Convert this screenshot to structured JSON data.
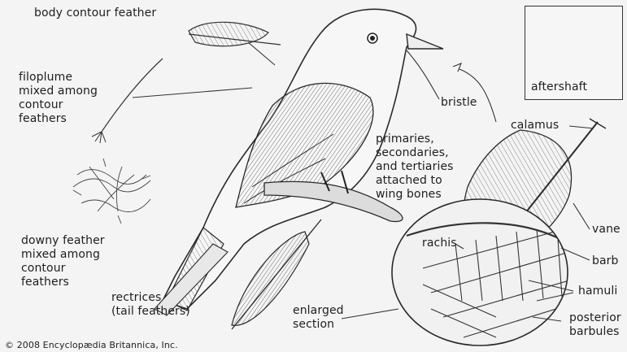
{
  "labels": {
    "body_contour_feather": "body contour feather",
    "filoplume": [
      "filoplume",
      "mixed among",
      "contour",
      "feathers"
    ],
    "downy_feather": [
      "downy feather",
      "mixed among",
      "contour",
      "feathers"
    ],
    "rectrices": [
      "rectrices",
      "(tail feathers)"
    ],
    "bristle": "bristle",
    "aftershaft": "aftershaft",
    "calamus": "calamus",
    "primaries": [
      "primaries,",
      "secondaries,",
      "and tertiaries",
      "attached to",
      "wing bones"
    ],
    "rachis": "rachis",
    "vane": "vane",
    "barb": "barb",
    "hamuli": "hamuli",
    "posterior_barbules": [
      "posterior",
      "barbules"
    ],
    "enlarged_section": [
      "enlarged",
      "section"
    ]
  },
  "credit": "© 2008 Encyclopædia Britannica, Inc.",
  "colors": {
    "ink": "#2a2a2a",
    "paper": "#f4f4f4",
    "shade": "#9a9a9a"
  }
}
